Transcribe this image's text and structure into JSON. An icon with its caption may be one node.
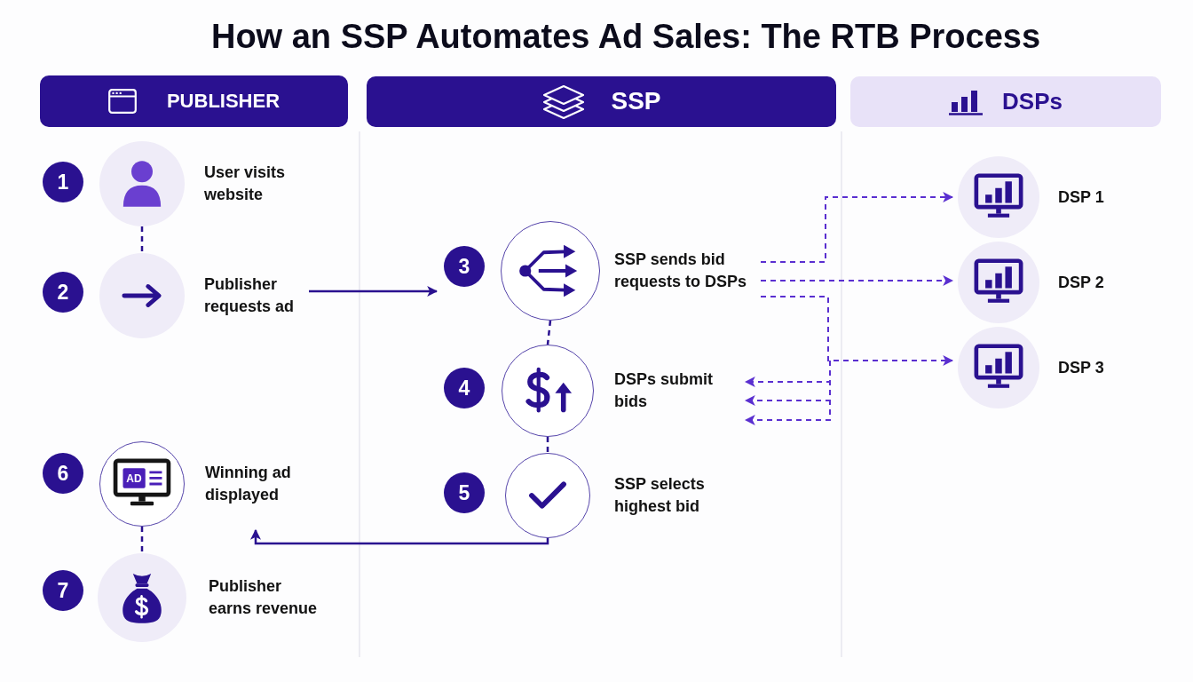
{
  "diagram": {
    "title": "How an SSP Automates Ad Sales: The RTB Process",
    "nodes": [
      {
        "text": [
          "PUBLISHER"
        ]
      },
      {
        "text": [
          "SSP"
        ]
      },
      {
        "text": [
          "DSPs"
        ]
      },
      {
        "text": [
          "1"
        ]
      },
      {
        "text": [],
        "shape": "circle",
        "beside": [
          "User visits website"
        ]
      },
      {
        "text": [
          "2"
        ]
      },
      {
        "text": [],
        "shape": "circle",
        "beside": [
          "Publisher requests ad"
        ]
      },
      {
        "text": [
          "3"
        ]
      },
      {
        "text": [],
        "shape": "circle",
        "beside": [
          "SSP sends bid requests to DSPs"
        ]
      },
      {
        "text": [],
        "shape": "circle",
        "beside": [
          "DSP 1"
        ]
      },
      {
        "text": [],
        "shape": "circle",
        "beside": [
          "DSP 2"
        ]
      },
      {
        "text": [],
        "shape": "circle",
        "beside": [
          "DSP 3"
        ]
      },
      {
        "text": [
          "4"
        ]
      },
      {
        "text": [],
        "shape": "circle",
        "beside": [
          "DSPs submit bids"
        ]
      },
      {
        "text": [
          "5"
        ]
      },
      {
        "text": [],
        "shape": "circle",
        "beside": [
          "SSP selects highest bid"
        ]
      },
      {
        "text": [
          "6"
        ]
      },
      {
        "text": [],
        "shape": "circle",
        "beside": [
          "Winning ad displayed"
        ]
      },
      {
        "text": [
          "7"
        ]
      },
      {
        "text": [],
        "shape": "circle",
        "beside": [
          "Publisher earns revenue"
        ]
      }
    ],
    "edges": [
      {
        "from": 4,
        "to": 6,
        "arrow": "none",
        "style": "dashed"
      },
      {
        "from": 6,
        "to": 7,
        "arrow": "to"
      },
      {
        "from": 8,
        "to": 9,
        "arrow": "to",
        "style": "dashed",
        "color": "#5a2fd0"
      },
      {
        "from": 8,
        "to": 10,
        "arrow": "to",
        "style": "dashed",
        "color": "#5a2fd0"
      },
      {
        "from": 8,
        "to": 11,
        "arrow": "to",
        "style": "dashed",
        "color": "#5a2fd0"
      },
      {
        "from": null,
        "to": 13,
        "arrow": "to",
        "style": "dashed",
        "color": "#5a2fd0"
      },
      {
        "from": null,
        "to": 13,
        "arrow": "to",
        "style": "dashed",
        "color": "#5a2fd0"
      },
      {
        "from": null,
        "to": 13,
        "arrow": "to",
        "style": "dashed",
        "color": "#5a2fd0"
      },
      {
        "from": 8,
        "to": 13,
        "arrow": "none",
        "style": "dashed"
      },
      {
        "from": 13,
        "to": 15,
        "arrow": "none",
        "style": "dashed"
      },
      {
        "from": 15,
        "to": 17,
        "arrow": "to"
      },
      {
        "from": 17,
        "to": 19,
        "arrow": "none",
        "style": "dashed"
      }
    ],
    "labels": [
      "AD"
    ]
  }
}
